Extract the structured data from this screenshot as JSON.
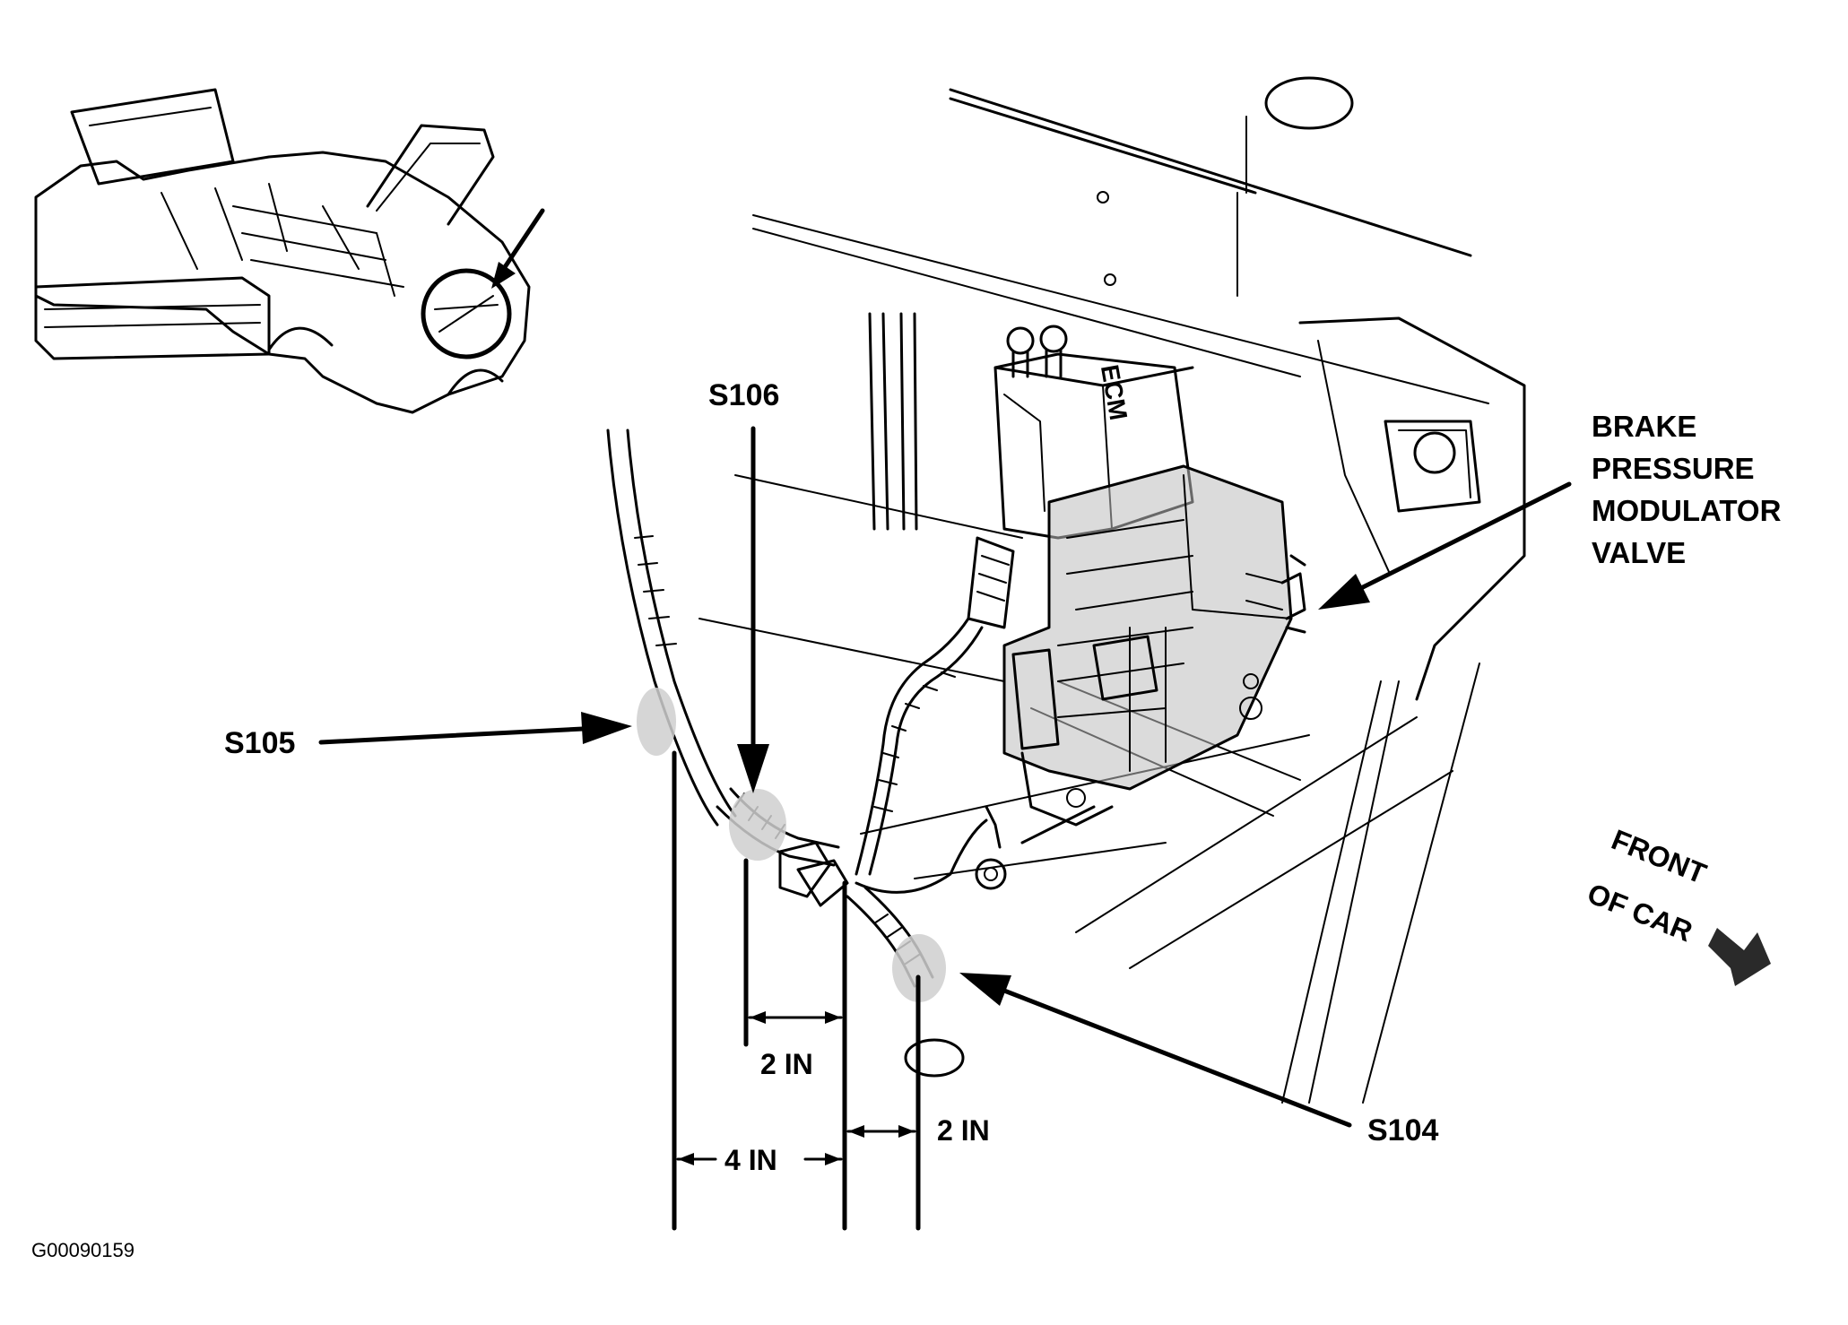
{
  "labels": {
    "s106": "S106",
    "s105": "S105",
    "s104": "S104",
    "component_line1": "BRAKE",
    "component_line2": "PRESSURE",
    "component_line3": "MODULATOR",
    "component_line4": "VALVE",
    "front_line1": "FRONT",
    "front_line2": "OF CAR",
    "dim_2in_upper": "2 IN",
    "dim_2in_right": "2 IN",
    "dim_4in": "4 IN",
    "figure_id": "G00090159"
  }
}
